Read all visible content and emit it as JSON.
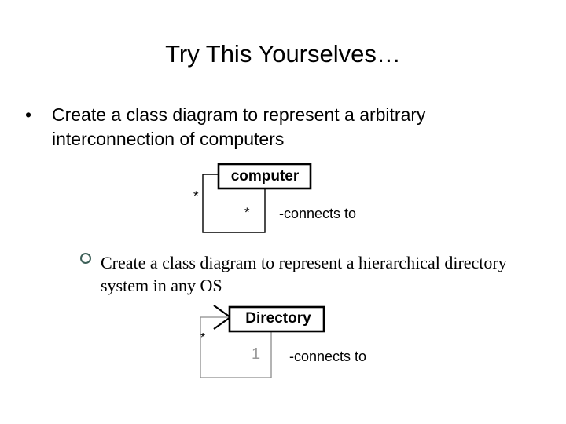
{
  "slide": {
    "title": "Try This Yourselves…",
    "background_color": "#ffffff",
    "text_color": "#000000"
  },
  "bullets": [
    {
      "level": 1,
      "marker": "•",
      "marker_type": "filled-disc",
      "marker_color": "#000000",
      "text": "Create a class diagram to represent a arbitrary interconnection of computers"
    },
    {
      "level": 2,
      "marker": "",
      "marker_type": "hollow-ring",
      "marker_color": "#3c5f57",
      "text": "Create a class diagram to represent a hierarchical directory system in any OS"
    }
  ],
  "diagrams": [
    {
      "id": "computer",
      "class_name": "computer",
      "association_label": "-connects to",
      "multiplicity_source": "*",
      "multiplicity_target": "*",
      "has_arrowhead": false,
      "line_color": "#000000",
      "box_border_color": "#000000"
    },
    {
      "id": "directory",
      "class_name": "Directory",
      "association_label": "-connects to",
      "multiplicity_source": "*",
      "multiplicity_target": "1",
      "has_arrowhead": true,
      "line_color": "#8c8c8c",
      "box_border_color": "#000000"
    }
  ]
}
